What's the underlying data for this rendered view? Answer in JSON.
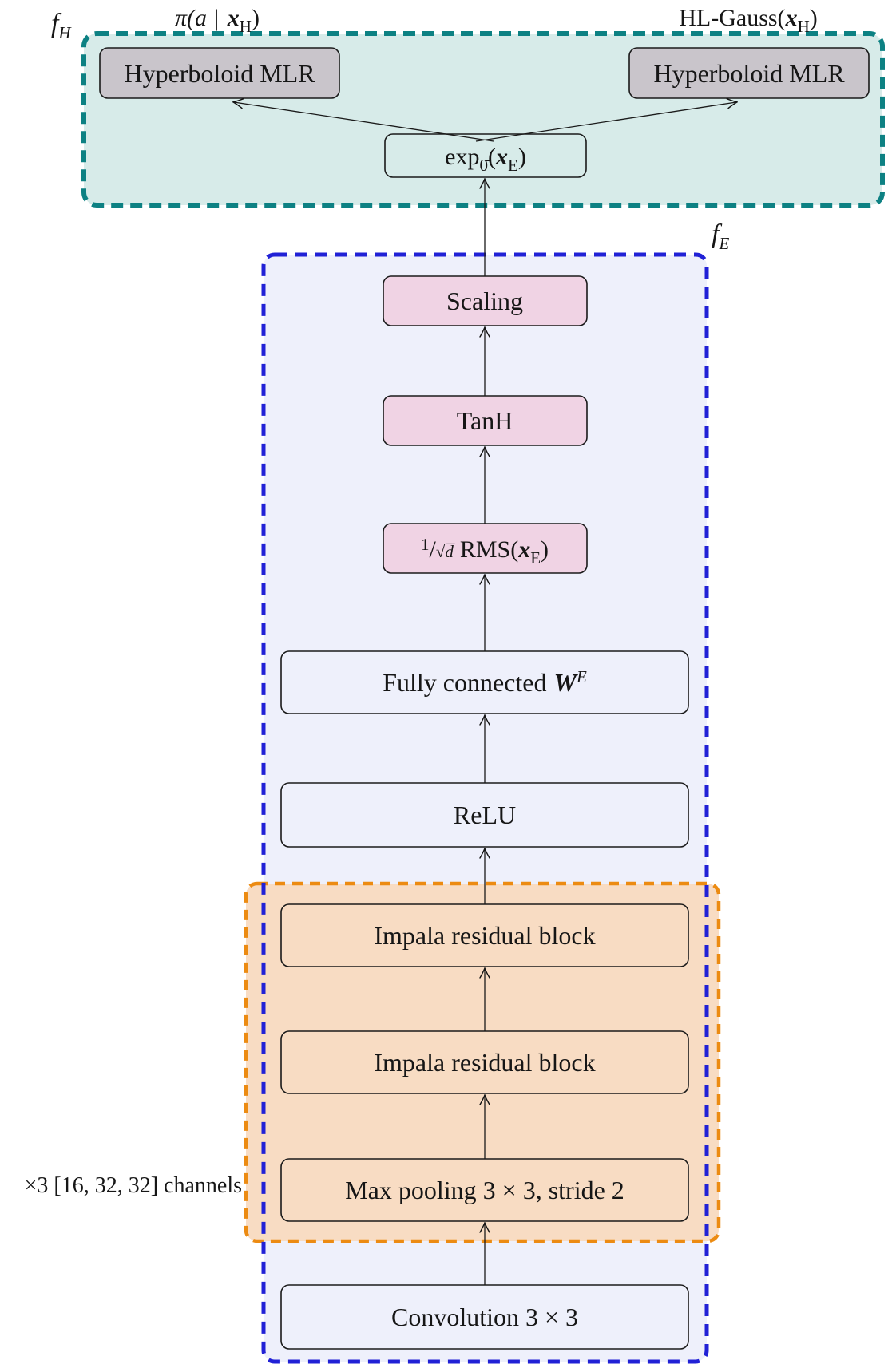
{
  "figure": {
    "colors": {
      "teal_border": "#0d8183",
      "teal_fill": "#d7ebe9",
      "blue_border": "#2121d6",
      "blue_fill": "#eef0fb",
      "orange_border": "#ec8b12",
      "orange_fill": "#f8dcc3",
      "pink_fill": "#f0d3e4",
      "gray_fill": "#c9c5cb",
      "annotation_orange": "#e8830d",
      "label_teal": "#0d8183",
      "label_blue": "#2121d6"
    },
    "top_labels": {
      "policy": {
        "prefix": "π(a |",
        "var": "x",
        "var_sub": "H",
        "suffix": ")"
      },
      "hl_gauss": {
        "prefix": "HL-Gauss(",
        "var": "x",
        "var_sub": "H",
        "suffix": ")"
      }
    },
    "region_labels": {
      "hyperbolic": {
        "base": "f",
        "sub": "H"
      },
      "euclidean": {
        "base": "f",
        "sub": "E"
      },
      "impala_annotation": "×3 [16, 32, 32] channels"
    },
    "nodes": {
      "mlr_left": {
        "label": "Hyperboloid MLR"
      },
      "mlr_right": {
        "label": "Hyperboloid MLR"
      },
      "exp": {
        "prefix": "exp",
        "sub": "0̄",
        "open": "(",
        "var": "x",
        "var_sub": "E",
        "close": ")"
      },
      "scaling": {
        "label": "Scaling"
      },
      "tanh": {
        "label": "TanH"
      },
      "rms": {
        "sup": "1",
        "slash": "/",
        "sqrt": "√d̅",
        "fn": "RMS(",
        "var": "x",
        "var_sub": "E",
        "close": ")"
      },
      "fc": {
        "prefix": "Fully connected",
        "var": "W",
        "sup": "E"
      },
      "relu": {
        "label": "ReLU"
      },
      "impala1": {
        "label": "Impala residual block"
      },
      "impala2": {
        "label": "Impala residual block"
      },
      "maxpool": {
        "label": "Max pooling 3 × 3, stride 2"
      },
      "conv": {
        "label": "Convolution 3 × 3"
      }
    }
  }
}
